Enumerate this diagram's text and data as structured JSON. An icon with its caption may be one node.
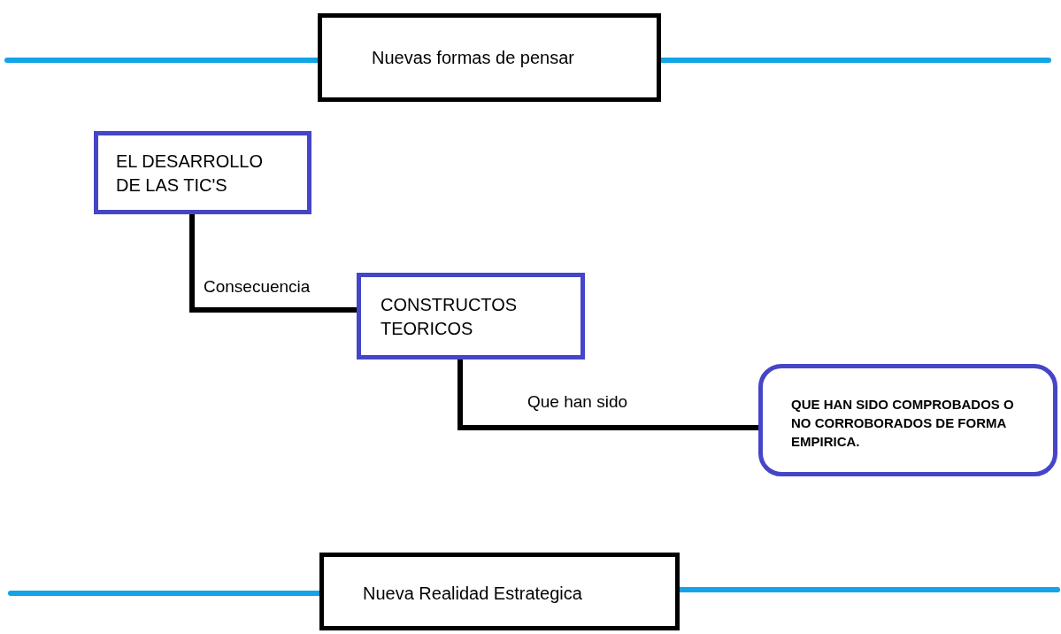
{
  "diagram": {
    "nodes": [
      {
        "text": [
          "Nuevas formas de pensar"
        ]
      },
      {
        "text": [
          "EL DESARROLLO DE LAS TIC'S"
        ]
      },
      {
        "text": [
          "CONSTRUCTOS TEORICOS"
        ]
      },
      {
        "text": [
          "QUE HAN SIDO COMPROBADOS O NO CORROBORADOS DE FORMA EMPIRICA."
        ]
      },
      {
        "text": [
          "Nueva Realidad Estrategica"
        ]
      }
    ],
    "edges": [
      {
        "from": 1,
        "to": 2,
        "arrow": "none",
        "label": "Consecuencia",
        "color": "#000000"
      },
      {
        "from": 2,
        "to": 3,
        "arrow": "none",
        "label": "Que han sido",
        "color": "#000000"
      },
      {
        "from": null,
        "to": 0,
        "arrow": "none",
        "color": "#12a4e6"
      },
      {
        "from": 0,
        "to": null,
        "arrow": "none",
        "color": "#12a4e6"
      },
      {
        "from": null,
        "to": 4,
        "arrow": "none",
        "color": "#12a4e6"
      },
      {
        "from": 4,
        "to": null,
        "arrow": "none",
        "color": "#12a4e6"
      }
    ]
  }
}
